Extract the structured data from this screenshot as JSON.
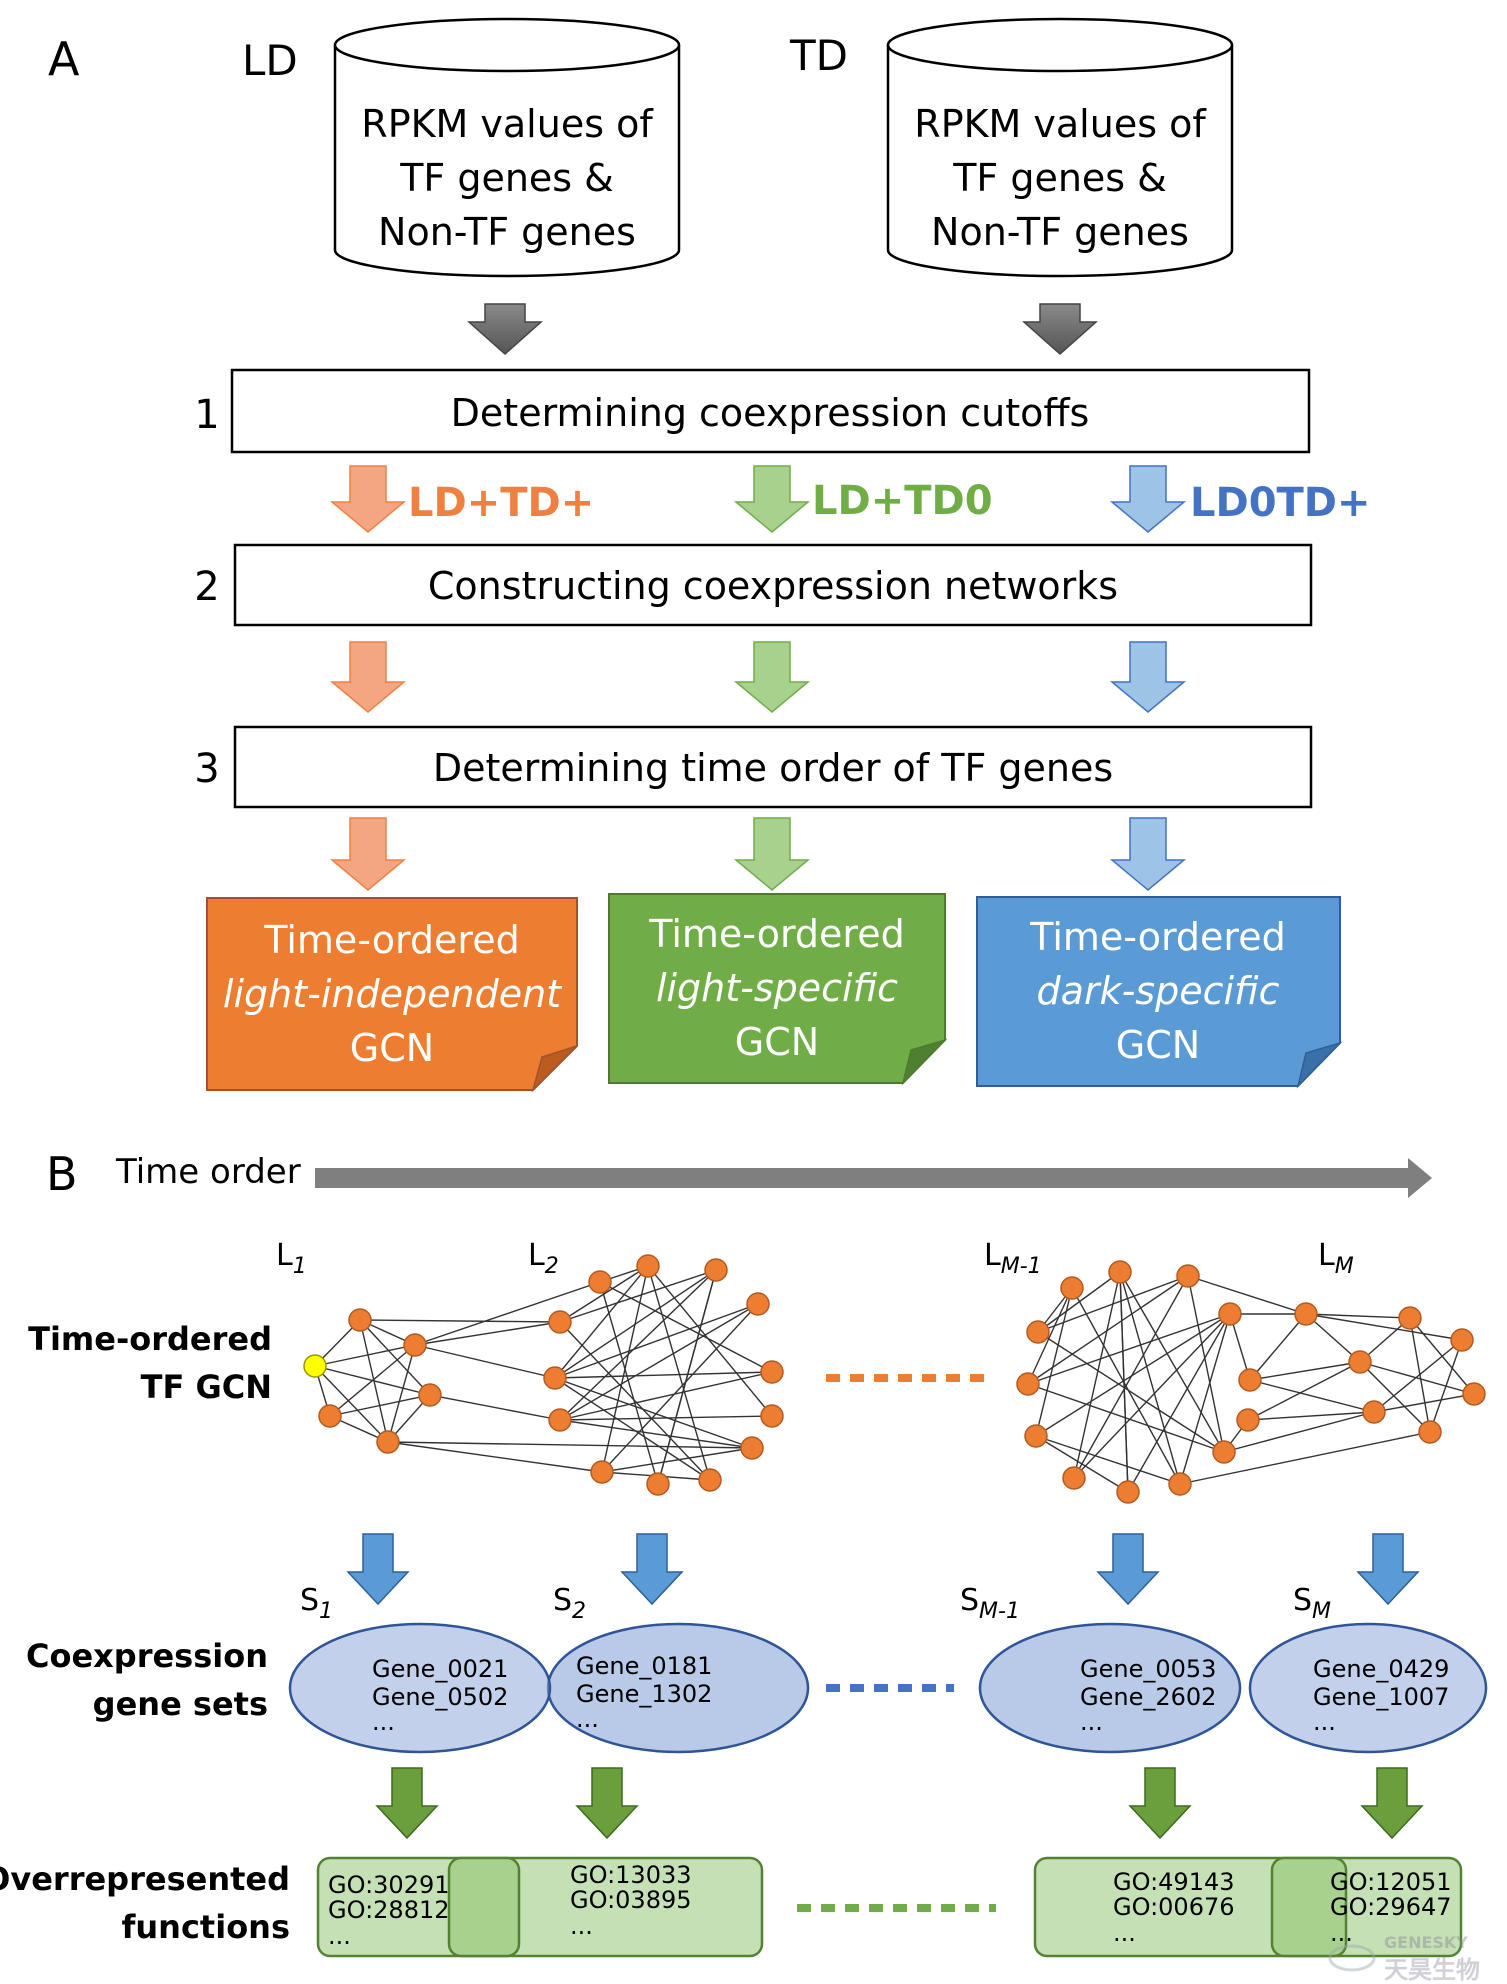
{
  "panel_a": {
    "label": "A",
    "ld": {
      "title": "LD",
      "lines": [
        "RPKM values of",
        "TF genes &",
        "Non-TF genes"
      ]
    },
    "td": {
      "title": "TD",
      "lines": [
        "RPKM values of",
        "TF genes &",
        "Non-TF genes"
      ]
    },
    "steps": [
      {
        "number": "1",
        "label": "Determining coexpression cutoffs"
      },
      {
        "number": "2",
        "label": "Constructing coexpression networks"
      },
      {
        "number": "3",
        "label": "Determining time order of TF genes"
      }
    ],
    "categories": [
      {
        "label": "LD+TD+",
        "color": "#f08040",
        "arrow": "#f4a582"
      },
      {
        "label": "LD+TD0",
        "color": "#70ad47",
        "arrow": "#a9d18e"
      },
      {
        "label": "LD0TD+",
        "color": "#4472c4",
        "arrow": "#9dc3e6"
      }
    ],
    "outputs": [
      {
        "line1": "Time-ordered",
        "line2": "light-independent",
        "line3": "GCN",
        "fill": "#ed7d31",
        "fold": "#b95c1e"
      },
      {
        "line1": "Time-ordered",
        "line2": "light-specific",
        "line3": "GCN",
        "fill": "#70ad47",
        "fold": "#4e8030"
      },
      {
        "line1": "Time-ordered",
        "line2": "dark-specific",
        "line3": "GCN",
        "fill": "#5b9bd5",
        "fold": "#3a70a8"
      }
    ]
  },
  "panel_b": {
    "label": "B",
    "time_order": "Time order",
    "layers": [
      {
        "base": "L",
        "sub": "1"
      },
      {
        "base": "L",
        "sub": "2"
      },
      {
        "base": "L",
        "sub": "M-1"
      },
      {
        "base": "L",
        "sub": "M"
      }
    ],
    "row_labels": {
      "gcn": [
        "Time-ordered",
        "TF GCN"
      ],
      "sets": [
        "Coexpression",
        "gene sets"
      ],
      "functions": [
        "Overrepresented",
        "functions"
      ]
    },
    "gene_sets": [
      {
        "base": "S",
        "sub": "1",
        "genes": [
          "Gene_0021",
          "Gene_0502",
          "..."
        ]
      },
      {
        "base": "S",
        "sub": "2",
        "genes": [
          "Gene_0181",
          "Gene_1302",
          "..."
        ]
      },
      {
        "base": "S",
        "sub": "M-1",
        "genes": [
          "Gene_0053",
          "Gene_2602",
          "..."
        ]
      },
      {
        "base": "S",
        "sub": "M",
        "genes": [
          "Gene_0429",
          "Gene_1007",
          "..."
        ]
      }
    ],
    "functions": [
      {
        "terms": [
          "GO:30291",
          "GO:28812",
          "..."
        ]
      },
      {
        "terms": [
          "GO:13033",
          "GO:03895",
          "..."
        ]
      },
      {
        "terms": [
          "GO:49143",
          "GO:00676",
          "..."
        ]
      },
      {
        "terms": [
          "GO:12051",
          "GO:29647",
          "..."
        ]
      }
    ],
    "colors": {
      "node": "#ed7d31",
      "seed_node": "#ffff00",
      "set_fill": "#b4c7e7",
      "set_stroke": "#2f5597",
      "func_fill": "#c5e0b4",
      "func_stroke": "#548235",
      "blue_arrow": "#5b9bd5",
      "green_arrow": "#6a9f3b"
    }
  },
  "watermark": {
    "en": "GENESKY",
    "cn": "天昊生物"
  }
}
